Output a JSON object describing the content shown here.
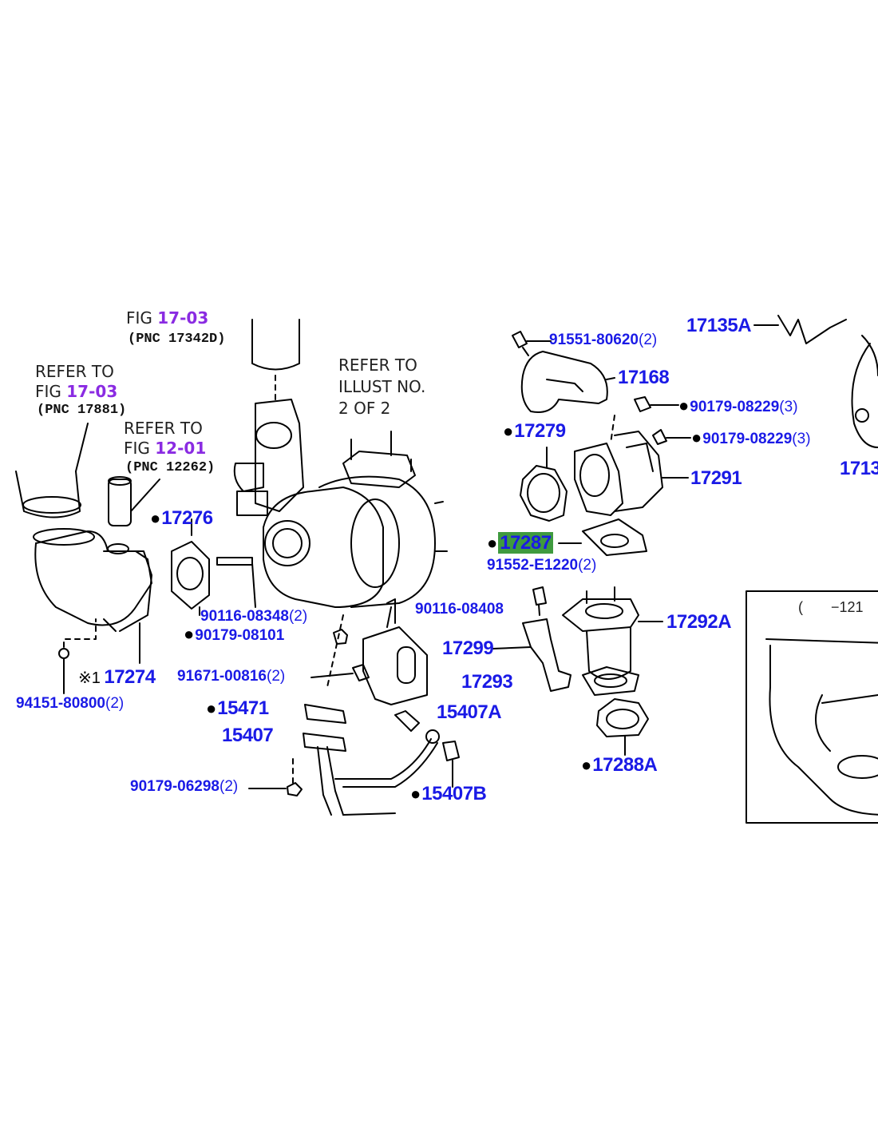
{
  "refs": {
    "top_fig_prefix": "FIG",
    "top_fig_num": "17-03",
    "top_pnc": "(PNC 17342D)",
    "left_refer_to": "REFER TO",
    "left_fig_prefix": "FIG",
    "left_fig_num": "17-03",
    "left_pnc": "(PNC 17881)",
    "mid_refer_to": "REFER TO",
    "mid_fig_prefix": "FIG",
    "mid_fig_num": "12-01",
    "mid_pnc": "(PNC 12262)",
    "illust_line1": "REFER TO",
    "illust_line2": "ILLUST NO.",
    "illust_line3": "2 OF 2"
  },
  "parts": {
    "p17135a": "17135A",
    "p91551": "91551-80620",
    "q91551": "(2)",
    "p17168": "17168",
    "p90179_08229a": "90179-08229",
    "q90179_08229a": "(3)",
    "p90179_08229b": "90179-08229",
    "q90179_08229b": "(3)",
    "p17279": "17279",
    "p17291": "17291",
    "p1713": "1713",
    "p17287": "17287",
    "p91552": "91552-E1220",
    "q91552": "(2)",
    "p17276": "17276",
    "p90116_08348": "90116-08348",
    "q90116_08348": "(2)",
    "p90179_08101": "90179-08101",
    "p90116_08408": "90116-08408",
    "p17299": "17299",
    "p17292a": "17292A",
    "p17274": "17274",
    "note_mark": "※1",
    "p91671": "91671-00816",
    "q91671": "(2)",
    "p17293": "17293",
    "p94151": "94151-80800",
    "q94151": "(2)",
    "p15471": "15471",
    "p15407a": "15407A",
    "p15407": "15407",
    "p17288a": "17288A",
    "p90179_06298": "90179-06298",
    "q90179_06298": "(2)",
    "p15407b": "15407B"
  },
  "inset": {
    "bracket": "(",
    "range": "−121"
  },
  "colors": {
    "part_number": "#1a1ae6",
    "fig_reference": "#8a2be2",
    "highlight": "#3f9a3f",
    "line_art": "#000000"
  },
  "icons": {
    "bullet": "filled-circle"
  }
}
